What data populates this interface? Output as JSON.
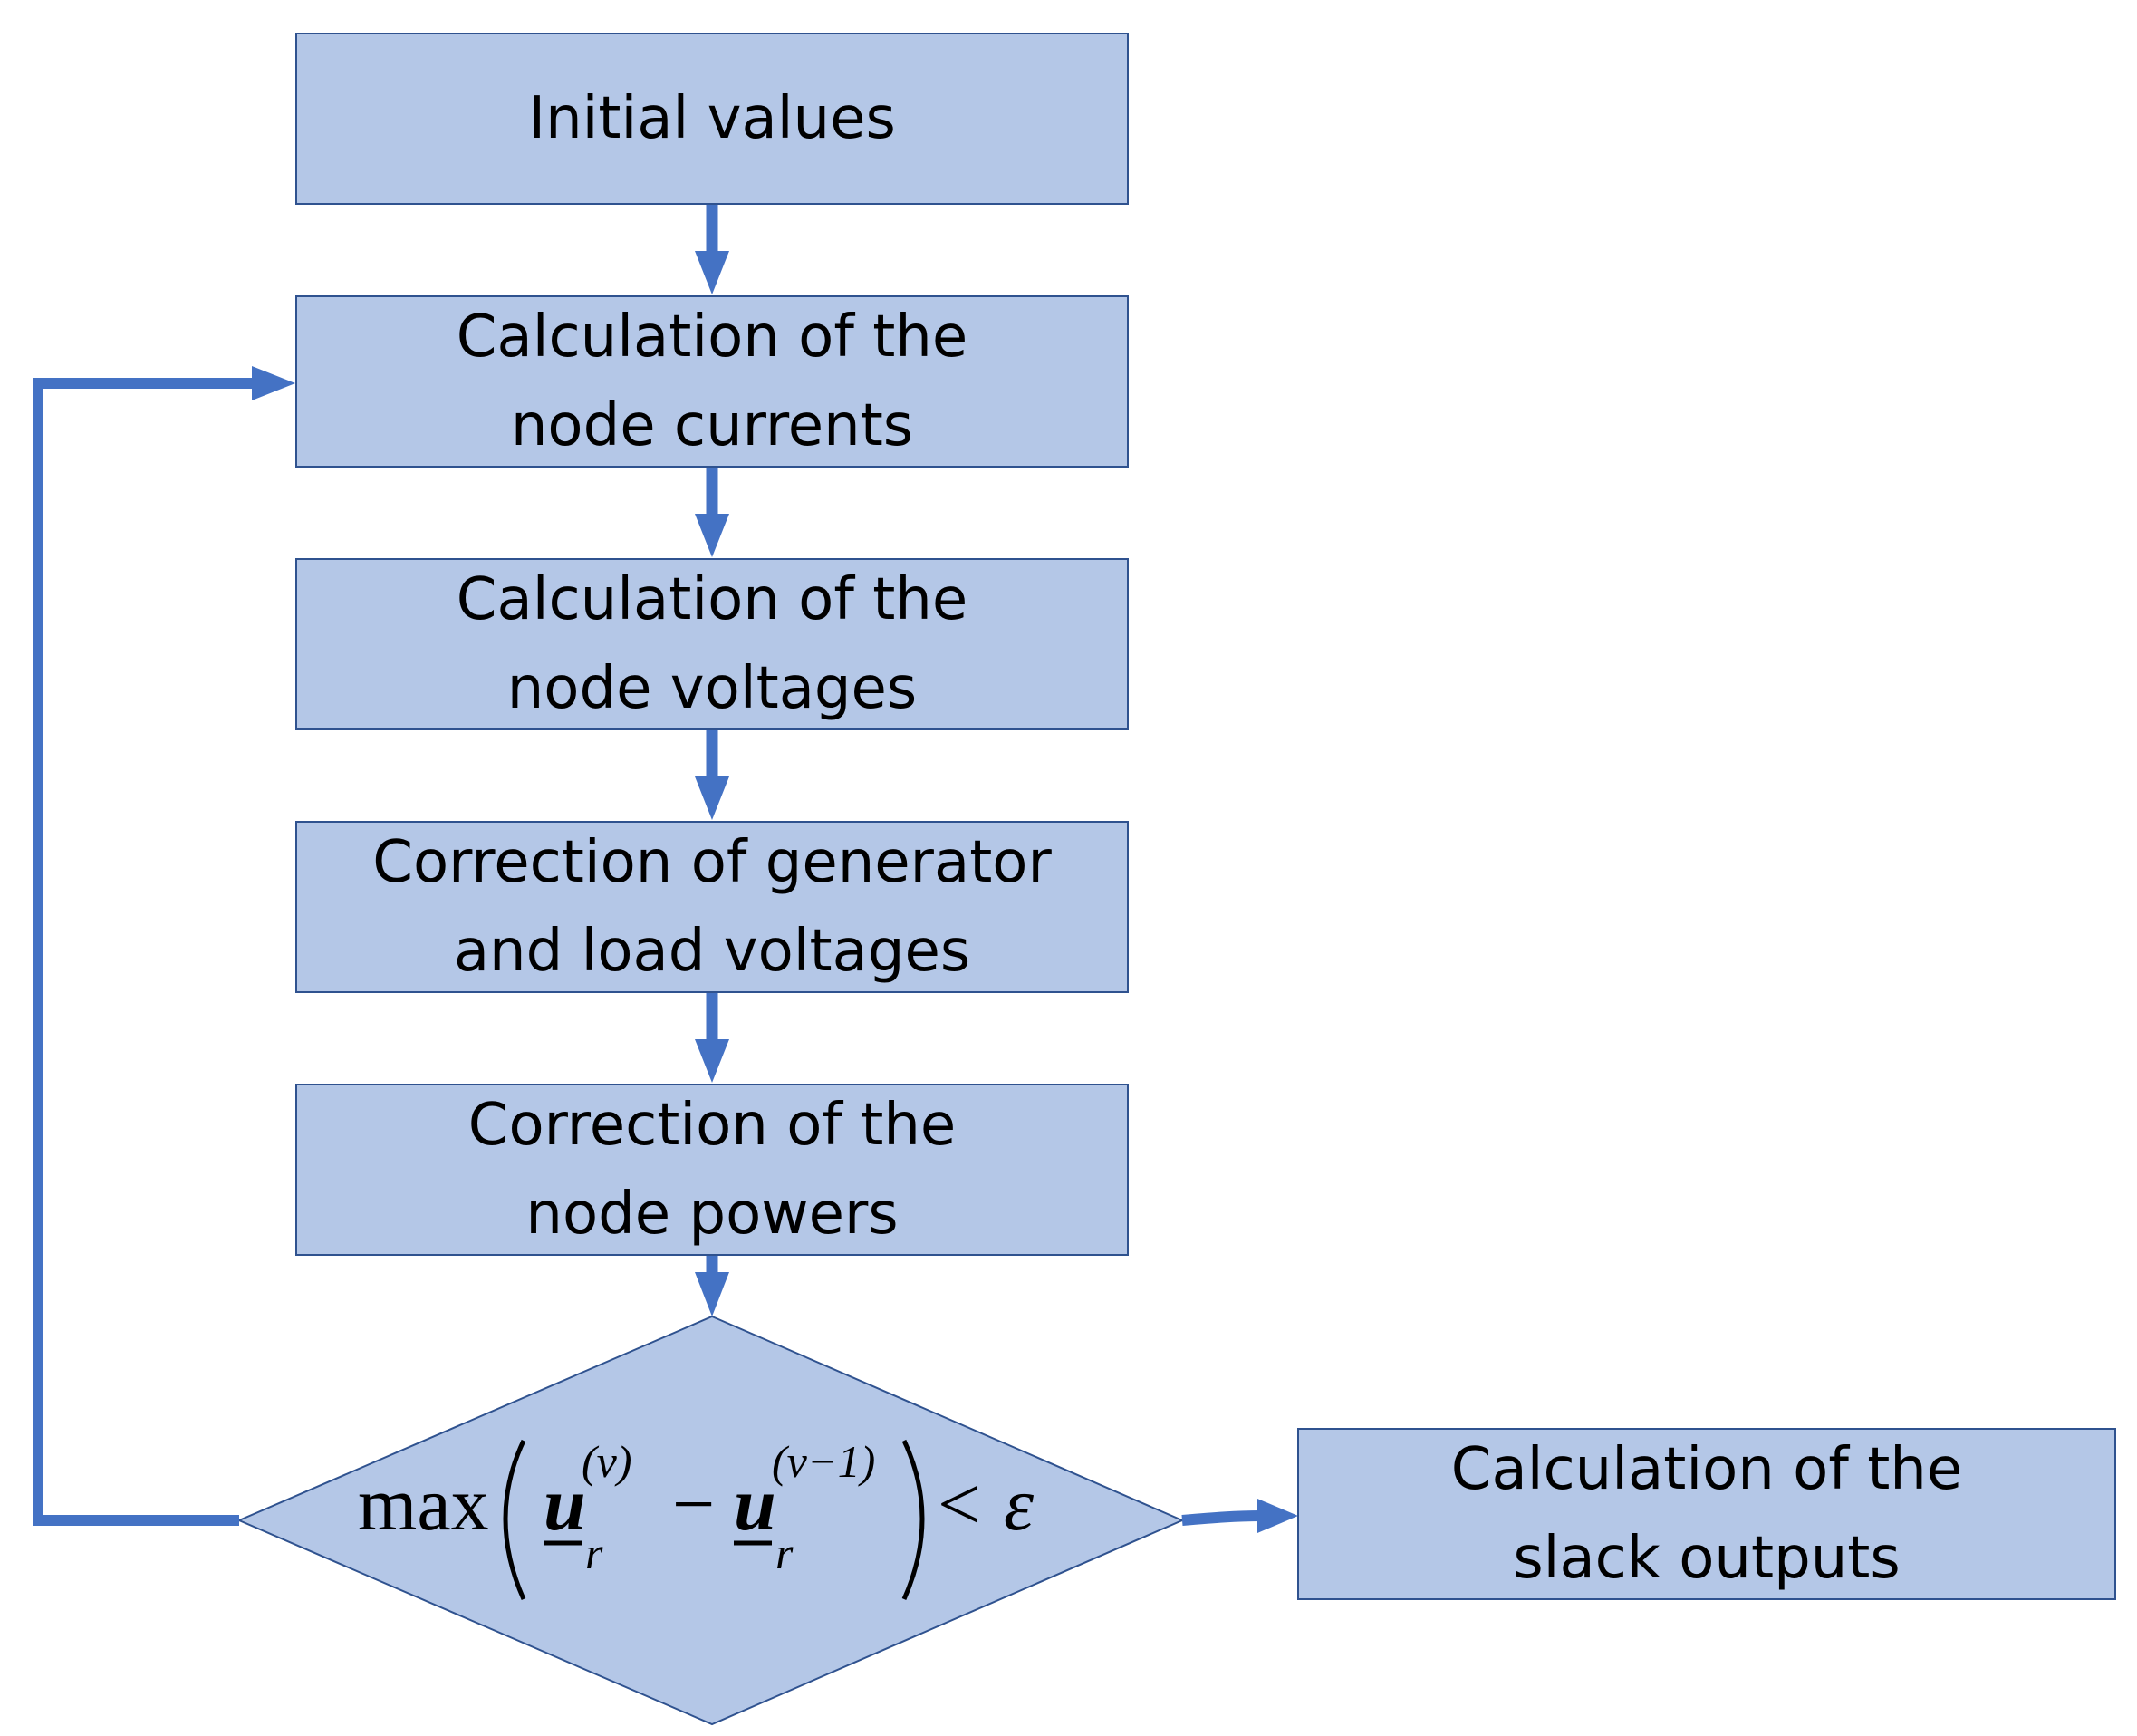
{
  "diagram": {
    "colors": {
      "fill": "#b4c7e7",
      "stroke": "#2f528f",
      "connector": "#4472c4",
      "text": "#000000"
    },
    "nodes": [
      {
        "id": "initial",
        "shape": "rectangle",
        "lines": [
          "Initial values"
        ]
      },
      {
        "id": "node-currents",
        "shape": "rectangle",
        "lines": [
          "Calculation of the",
          "node currents"
        ]
      },
      {
        "id": "node-voltages",
        "shape": "rectangle",
        "lines": [
          "Calculation of the",
          "node voltages"
        ]
      },
      {
        "id": "gen-load-voltages",
        "shape": "rectangle",
        "lines": [
          "Correction of generator",
          "and load voltages"
        ]
      },
      {
        "id": "node-powers",
        "shape": "rectangle",
        "lines": [
          "Correction of the",
          "node powers"
        ]
      },
      {
        "id": "convergence",
        "shape": "diamond",
        "formula": {
          "func": "max",
          "var": "u",
          "sub": "r",
          "sup1": "(ν)",
          "minus": "−",
          "sup2": "(ν−1)",
          "relation": "<",
          "epsilon": "ε"
        }
      },
      {
        "id": "slack-outputs",
        "shape": "rectangle",
        "lines": [
          "Calculation of the",
          "slack outputs"
        ]
      }
    ],
    "edges": [
      {
        "from": "initial",
        "to": "node-currents"
      },
      {
        "from": "node-currents",
        "to": "node-voltages"
      },
      {
        "from": "node-voltages",
        "to": "gen-load-voltages"
      },
      {
        "from": "gen-load-voltages",
        "to": "node-powers"
      },
      {
        "from": "node-powers",
        "to": "convergence"
      },
      {
        "from": "convergence",
        "to": "node-currents"
      },
      {
        "from": "convergence",
        "to": "slack-outputs"
      }
    ]
  }
}
